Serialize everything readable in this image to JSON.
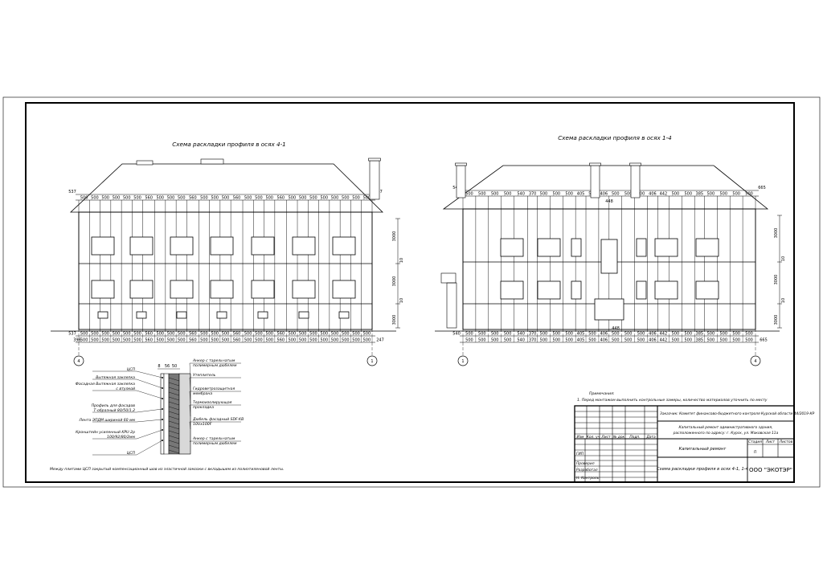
{
  "views": [
    {
      "title": "Схема раскладки профиля в осях 4-1",
      "axis_left": "4",
      "axis_right": "1",
      "edge_left_top": "537",
      "edge_left_bottom": "537",
      "edge_left_bottom2": "396",
      "edge_right_top": "247",
      "edge_right_bottom": "247",
      "top_spacings": [
        "500",
        "500",
        "500",
        "500",
        "500",
        "500",
        "560",
        "500",
        "500",
        "500",
        "560",
        "500",
        "500",
        "500",
        "560",
        "500",
        "500",
        "500",
        "560",
        "500",
        "500",
        "500",
        "500",
        "500",
        "500",
        "500",
        "500"
      ],
      "bottom_spacings": [
        "500",
        "500",
        "500",
        "500",
        "500",
        "500",
        "560",
        "500",
        "500",
        "500",
        "560",
        "500",
        "500",
        "500",
        "560",
        "500",
        "500",
        "500",
        "560",
        "500",
        "500",
        "500",
        "500",
        "500",
        "500",
        "500",
        "500"
      ],
      "side_dims": [
        "3000",
        "10",
        "3000",
        "10",
        "3000"
      ]
    },
    {
      "title": "Схема раскладки профиля в осях 1-4",
      "axis_left": "1",
      "axis_right": "4",
      "edge_left_top": "540",
      "edge_left_bottom": "540",
      "edge_right_top": "665",
      "edge_right_bottom": "665",
      "top_spacings": [
        "500",
        "500",
        "500",
        "500",
        "540",
        "370",
        "500",
        "500",
        "500",
        "405",
        "500",
        "406",
        "500",
        "500",
        "500",
        "406",
        "442",
        "500",
        "500",
        "385",
        "500",
        "500",
        "500",
        "500"
      ],
      "bottom_spacings": [
        "500",
        "500",
        "500",
        "500",
        "540",
        "370",
        "500",
        "500",
        "500",
        "405",
        "500",
        "406",
        "500",
        "500",
        "500",
        "406",
        "442",
        "500",
        "500",
        "385",
        "500",
        "500",
        "500",
        "500"
      ],
      "center_marks": [
        "448",
        "448"
      ],
      "side_dims": [
        "3000",
        "10",
        "3000",
        "10",
        "3000"
      ]
    }
  ],
  "detail": {
    "top_dims": [
      "8",
      "56",
      "50"
    ],
    "left_labels": [
      "ЦСП",
      "Вытяжная заклепка",
      "Фасадная Вытяжная заклепка с втулкой",
      "Профиль для фасадов Т-образный 80/50/1,2",
      "Лента ЭПДМ шириной 60 мм",
      "Кронштейн усиленный KPU-2р 100/92/80/2мм",
      "ЦСП"
    ],
    "right_labels": [
      "Анкер с тарельчатым полимерным дюбелем",
      "Утеплитель",
      "Гидроветрозащитная мембрана",
      "Термоизолирующая прокладка",
      "Дюбель фасадный SDF-KB 10Ux100F",
      "Анкер с тарельчатым полимерным дюбелем"
    ]
  },
  "bottom_note": "Между плитами ЦСП закрытый компенсационный шов из эластичной замазки с вкладышем из полиэтиленовой ленты.",
  "notes": {
    "title": "Примечания:",
    "line1": "1. Перед монтажом выполнить контрольные замеры, количество материалов уточнить по месту"
  },
  "title_block": {
    "customer": "Заказчик: Комитет финансово-бюджетного контроля Курской области 44/2019-КР",
    "object": "Капитальный ремонт административного здания, расположенного по адресу: г. Курск, ул. Маковская 11а",
    "col_headers": [
      "Изм",
      "Кол. уч",
      "Лист",
      "№ док",
      "Подп.",
      "Дата"
    ],
    "roles": [
      "ГИП",
      "Проверил",
      "Разработал",
      "Н. Контроль"
    ],
    "work": "Капитальный ремонт",
    "stage_headers": [
      "Стадия",
      "Лист",
      "Листов"
    ],
    "stage": "П",
    "sheet_name": "Схема раскладки профиля в осях 4-1, 1-4",
    "company": "ООО \"ЭКОТЭР\""
  }
}
